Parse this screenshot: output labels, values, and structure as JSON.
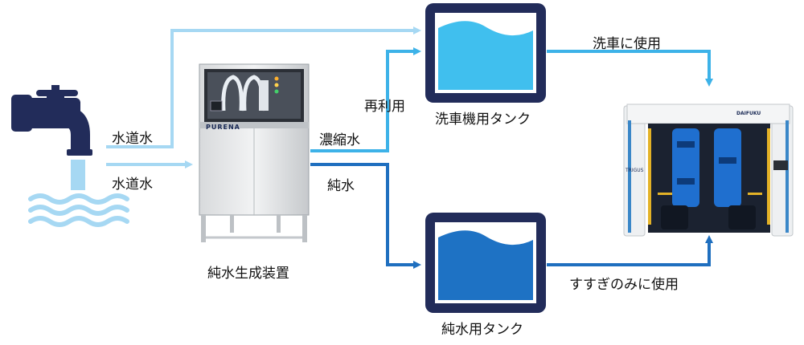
{
  "labels": {
    "tap_water_upper": "水道水",
    "tap_water_lower": "水道水",
    "device_name": "純水生成装置",
    "device_brand": "PURENA",
    "concentrated_water": "濃縮水",
    "pure_water": "純水",
    "reuse": "再利用",
    "wash_tank": "洗車機用タンク",
    "pure_tank": "純水用タンク",
    "use_wash": "洗車に使用",
    "use_rinse": "すすぎのみに使用",
    "washer_brand": "DAIFUKU",
    "washer_model": "TRIGUS"
  },
  "colors": {
    "tap_line": "#a6d8f3",
    "concentrate_line": "#3db2e8",
    "pure_line": "#1f6fbf",
    "wash_tank_water": "#40bfee",
    "pure_tank_water": "#1e72c4",
    "tank_frame": "#222c5a",
    "faucet": "#222c5a",
    "wave": "#a6d8f3"
  }
}
